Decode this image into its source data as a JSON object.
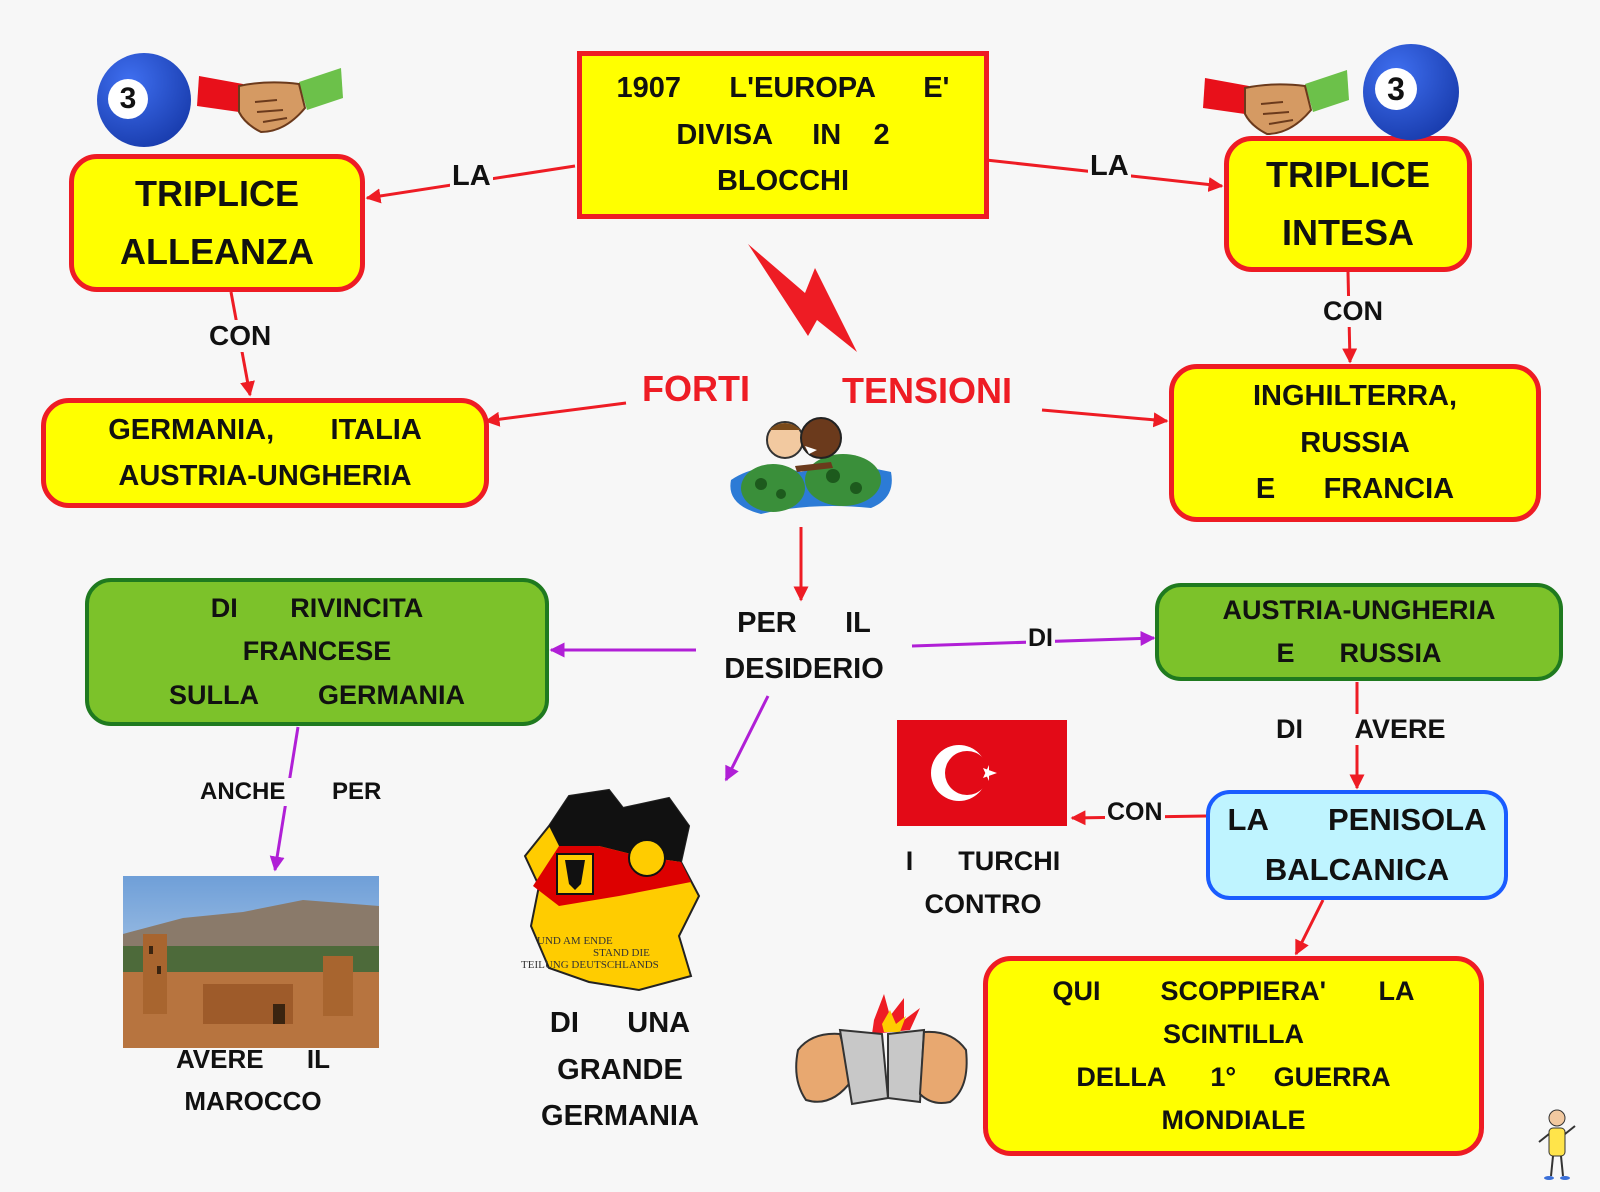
{
  "title_box": {
    "lines": [
      "1907      L'EUROPA      E'",
      "DIVISA     IN    2",
      "BLOCCHI"
    ]
  },
  "alliance_box": {
    "lines": [
      "TRIPLICE",
      "ALLEANZA"
    ]
  },
  "entente_box": {
    "lines": [
      "TRIPLICE",
      "INTESA"
    ]
  },
  "alliance_members": {
    "lines": [
      "GERMANIA,       ITALIA",
      "AUSTRIA-UNGHERIA"
    ]
  },
  "entente_members": {
    "lines": [
      "INGHILTERRA,",
      "RUSSIA",
      "E      FRANCIA"
    ]
  },
  "tension": {
    "forti": "FORTI",
    "tensioni": "TENSIONI"
  },
  "desiderio": {
    "lines": [
      "PER      IL",
      "DESIDERIO"
    ]
  },
  "revenge_box": {
    "lines": [
      "DI       RIVINCITA",
      "FRANCESE",
      "SULLA        GERMANIA"
    ]
  },
  "austria_russia_box": {
    "lines": [
      "AUSTRIA-UNGHERIA",
      "E      RUSSIA"
    ]
  },
  "balkan_box": {
    "lines": [
      "LA       PENISOLA",
      "BALCANICA"
    ]
  },
  "spark_box": {
    "lines": [
      "QUI        SCOPPIERA'       LA",
      "SCINTILLA",
      "DELLA      1°     GUERRA",
      "MONDIALE"
    ]
  },
  "morocco_caption": {
    "lines": [
      "AVERE      IL",
      "MAROCCO"
    ]
  },
  "germany_caption": {
    "lines": [
      "DI      UNA",
      "GRANDE",
      "GERMANIA"
    ]
  },
  "turks_caption": {
    "lines": [
      "I      TURCHI",
      "CONTRO"
    ]
  },
  "connectors": {
    "la_left": "LA",
    "la_right": "LA",
    "con_left": "CON",
    "con_right": "CON",
    "di": "DI",
    "anche_per": "ANCHE       PER",
    "di_avere": "DI       AVERE",
    "con_turks": "CON"
  },
  "map_caption": {
    "line1": "UND AM ENDE",
    "line2": "STAND DIE",
    "line3": "TEILUNG DEUTSCHLANDS"
  },
  "badges": {
    "left": "3",
    "right": "3"
  },
  "colors": {
    "red": "#ee1c24",
    "yellow": "#ffff00",
    "green": "#7cc22a",
    "purple": "#b01fd6",
    "blue_border": "#1a5cff"
  }
}
